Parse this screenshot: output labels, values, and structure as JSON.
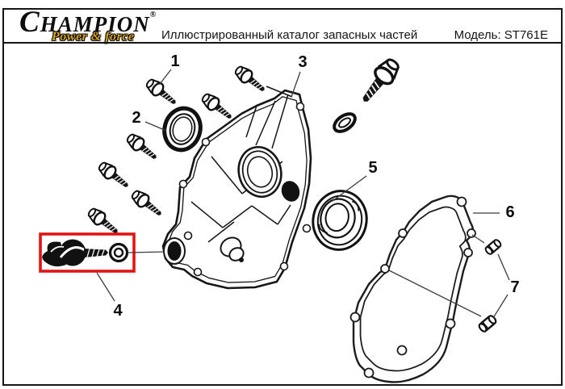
{
  "header": {
    "brand": "CHAMPION",
    "brand_mark": "®",
    "tagline": "Power & force",
    "title": "Иллюстрированный каталог запасных частей",
    "model": "Модель: ST761E"
  },
  "diagram": {
    "highlight_color": "#e11414",
    "callouts": [
      {
        "label": "1"
      },
      {
        "label": "2"
      },
      {
        "label": "3"
      },
      {
        "label": "4"
      },
      {
        "label": "5"
      },
      {
        "label": "6"
      },
      {
        "label": "7"
      }
    ]
  }
}
